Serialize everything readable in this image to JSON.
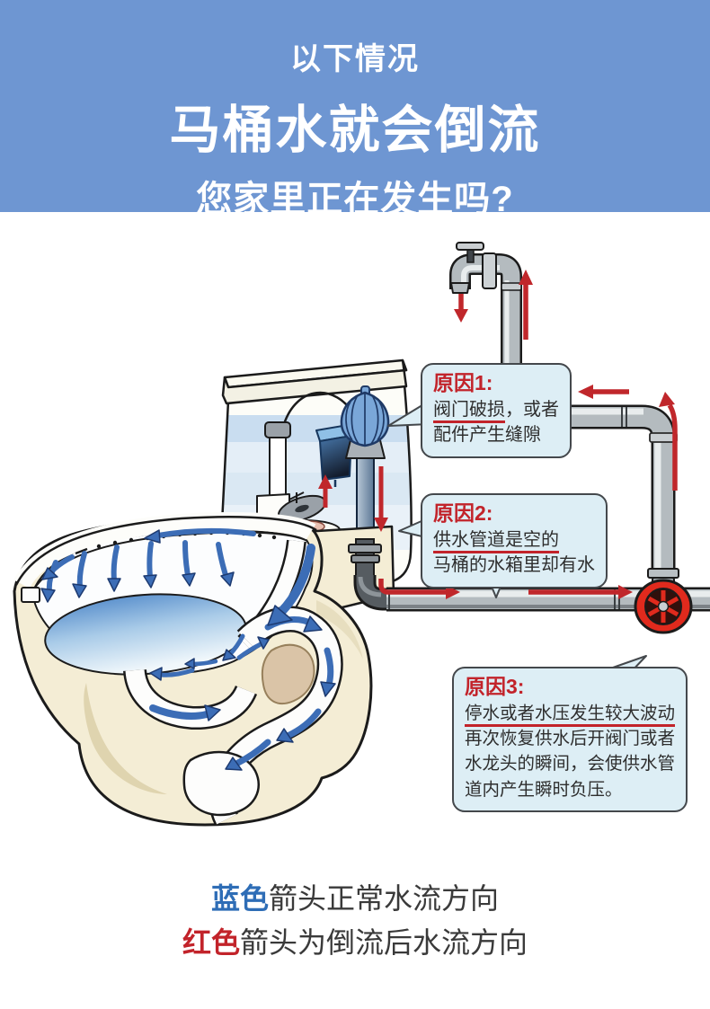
{
  "header": {
    "subtitle": "以下情况",
    "title": "马桶水就会倒流",
    "question": "您家里正在发生吗?"
  },
  "callouts": {
    "c1": {
      "title": "原因1:",
      "underlined": "阀门破损",
      "rest": "，或者",
      "line2": "配件产生缝隙"
    },
    "c2": {
      "title": "原因2:",
      "underlined": "供水管道是空的",
      "rest": "",
      "line2": "马桶的水箱里却有水"
    },
    "c3": {
      "title": "原因3:",
      "underlined": "停水或者水压发生较大波动",
      "rest": "",
      "line2": "再次恢复供水后开阀门或者",
      "line3": "水龙头的瞬间，会使供水管",
      "line4": "道内产生瞬时负压。"
    }
  },
  "legend": {
    "blue_word": "蓝色",
    "blue_rest": "箭头正常水流方向",
    "red_word": "红色",
    "red_rest": "箭头为倒流后水流方向"
  },
  "colors": {
    "header_blue": "#6e96d2",
    "callout_bg": "#ddeef5",
    "callout_border": "#44484c",
    "title_red": "#c2232a",
    "arrow_red": "#c0272b",
    "arrow_blue": "#3c6db6",
    "arrow_blue_outline": "#1d3a70",
    "legend_blue": "#2e6db6",
    "valve_red": "#e02a1d",
    "toilet_cream": "#f4edd5",
    "water_blue": "#4d86c8",
    "pipe_gray": "#b4bbbf"
  }
}
